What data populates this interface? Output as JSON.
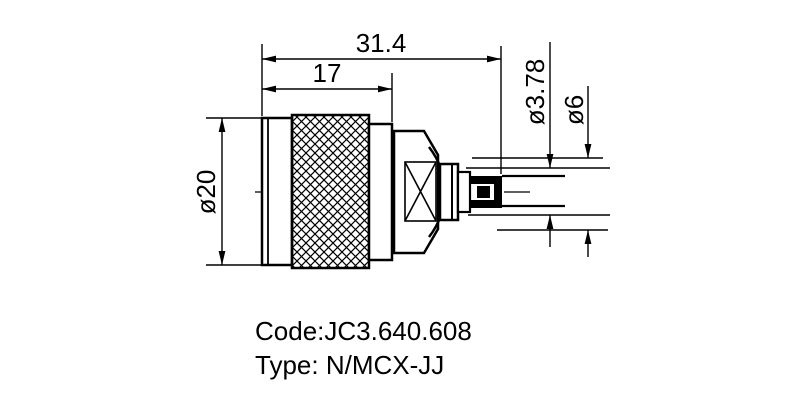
{
  "drawing": {
    "dims": {
      "overall_length": "31.4",
      "body_length": "17",
      "body_dia": "ø20",
      "pin_dia": "ø3.78",
      "collar_dia": "ø6"
    },
    "notes": {
      "code": "Code:JC3.640.608",
      "type": "Type: N/MCX-JJ"
    },
    "colors": {
      "line": "#000000",
      "background": "#ffffff"
    }
  }
}
